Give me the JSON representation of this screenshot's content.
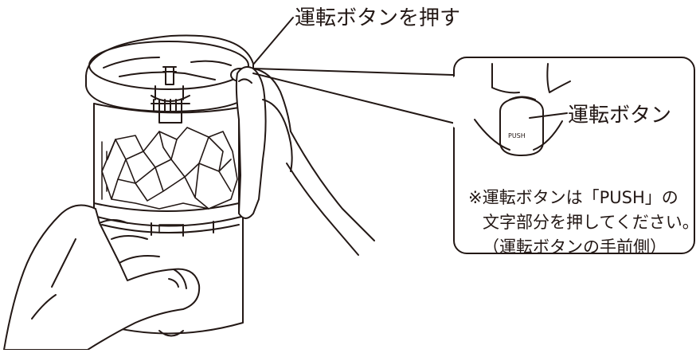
{
  "labels": {
    "press_button": "運転ボタンを押す",
    "callout_button": "運転ボタン",
    "button_print": "PUSH"
  },
  "note": {
    "line1": "※運転ボタンは「PUSH」の",
    "line2": "文字部分を押してください。",
    "line3": "（運転ボタンの手前側）"
  }
}
